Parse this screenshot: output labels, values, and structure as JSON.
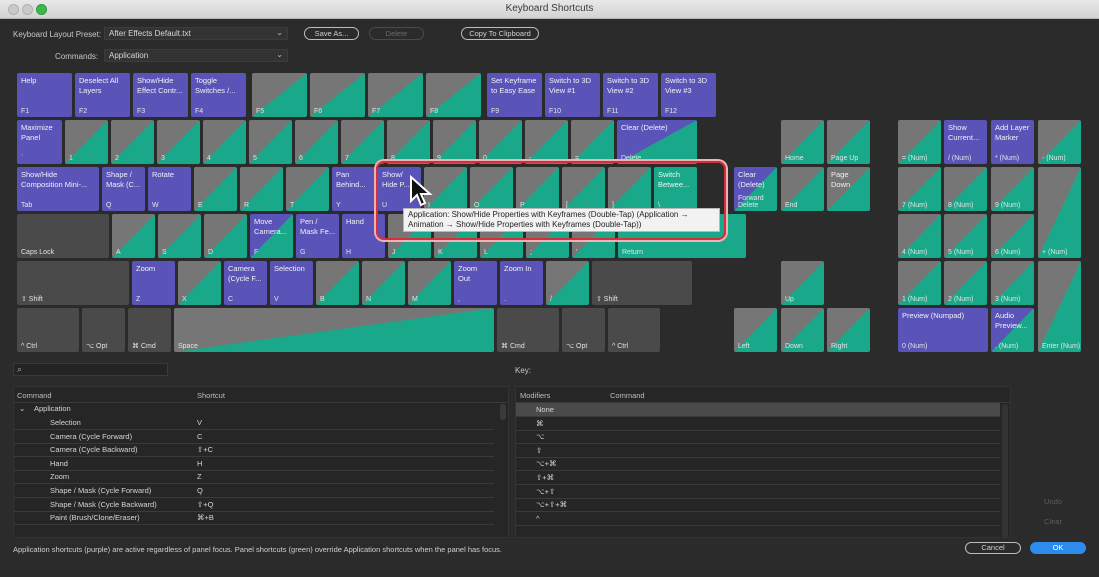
{
  "window": {
    "title": "Keyboard Shortcuts"
  },
  "preset": {
    "label": "Keyboard Layout Preset:",
    "value": "After Effects Default.txt",
    "save_as": "Save As...",
    "delete": "Delete",
    "copy": "Copy To Clipboard"
  },
  "commands": {
    "label": "Commands:",
    "value": "Application"
  },
  "colors": {
    "application": "#5a54b8",
    "panel": "#19a98a",
    "unassigned": "#4a4a4a",
    "primary_button": "#2d8ceb",
    "highlight_outline": "#d1313a"
  },
  "keyboard": {
    "rows": [
      [
        {
          "top": "Help",
          "bot": "F1",
          "t": "app"
        },
        {
          "top": "Deselect All\nLayers",
          "bot": "F2",
          "t": "app"
        },
        {
          "top": "Show/Hide\nEffect Contr...",
          "bot": "F3",
          "t": "app"
        },
        {
          "top": "Toggle\nSwitches /...",
          "bot": "F4",
          "t": "app"
        },
        {
          "top": "",
          "bot": "F5",
          "t": "split"
        },
        {
          "top": "",
          "bot": "F6",
          "t": "split"
        },
        {
          "top": "",
          "bot": "F7",
          "t": "split"
        },
        {
          "top": "",
          "bot": "F8",
          "t": "split"
        },
        {
          "top": "Set Keyframe\nto Easy Ease",
          "bot": "F9",
          "t": "app"
        },
        {
          "top": "Switch to 3D\nView #1",
          "bot": "F10",
          "t": "app"
        },
        {
          "top": "Switch to 3D\nView #2",
          "bot": "F11",
          "t": "app"
        },
        {
          "top": "Switch to 3D\nView #3",
          "bot": "F12",
          "t": "app"
        }
      ],
      [
        {
          "top": "Maximize\nPanel",
          "bot": "`",
          "t": "app"
        },
        {
          "top": "",
          "bot": "1",
          "t": "split"
        },
        {
          "top": "",
          "bot": "2",
          "t": "split"
        },
        {
          "top": "",
          "bot": "3",
          "t": "split"
        },
        {
          "top": "",
          "bot": "4",
          "t": "split"
        },
        {
          "top": "",
          "bot": "5",
          "t": "split"
        },
        {
          "top": "",
          "bot": "6",
          "t": "split"
        },
        {
          "top": "",
          "bot": "7",
          "t": "split"
        },
        {
          "top": "",
          "bot": "8",
          "t": "split"
        },
        {
          "top": "",
          "bot": "9",
          "t": "split"
        },
        {
          "top": "",
          "bot": "0",
          "t": "split"
        },
        {
          "top": "",
          "bot": "-",
          "t": "split"
        },
        {
          "top": "",
          "bot": "=",
          "t": "split"
        },
        {
          "top": "Clear (Delete)",
          "bot": "Delete",
          "t": "splitapp"
        }
      ],
      [
        {
          "top": "Show/Hide\nComposition Mini-...",
          "bot": "Tab",
          "t": "app"
        },
        {
          "top": "Shape /\nMask (C...",
          "bot": "Q",
          "t": "app"
        },
        {
          "top": "Rotate",
          "bot": "W",
          "t": "app"
        },
        {
          "top": "",
          "bot": "E",
          "t": "split"
        },
        {
          "top": "",
          "bot": "R",
          "t": "split"
        },
        {
          "top": "",
          "bot": "T",
          "t": "split"
        },
        {
          "top": "Pan\nBehind...",
          "bot": "Y",
          "t": "app"
        },
        {
          "top": "Show/\nHide P...",
          "bot": "U",
          "t": "app"
        },
        {
          "top": "",
          "bot": "I",
          "t": "split"
        },
        {
          "top": "",
          "bot": "O",
          "t": "split"
        },
        {
          "top": "",
          "bot": "P",
          "t": "split"
        },
        {
          "top": "",
          "bot": "[",
          "t": "split"
        },
        {
          "top": "",
          "bot": "]",
          "t": "split"
        },
        {
          "top": "Switch\nBetwee...",
          "bot": "\\",
          "t": "pnl"
        }
      ],
      [
        {
          "top": "",
          "bot": "Caps Lock",
          "t": "key"
        },
        {
          "top": "",
          "bot": "A",
          "t": "split"
        },
        {
          "top": "",
          "bot": "S",
          "t": "split"
        },
        {
          "top": "",
          "bot": "D",
          "t": "split"
        },
        {
          "top": "Move\nCamera...",
          "bot": "F",
          "t": "splitapp"
        },
        {
          "top": "Pen /\nMask Fe...",
          "bot": "G",
          "t": "app"
        },
        {
          "top": "Hand",
          "bot": "H",
          "t": "app"
        },
        {
          "top": "",
          "bot": "J",
          "t": "split"
        },
        {
          "top": "",
          "bot": "K",
          "t": "split"
        },
        {
          "top": "",
          "bot": "L",
          "t": "split"
        },
        {
          "top": "",
          "bot": ";",
          "t": "split"
        },
        {
          "top": "",
          "bot": "'",
          "t": "split"
        },
        {
          "top": "",
          "bot": "Return",
          "t": "pnl"
        }
      ],
      [
        {
          "top": "",
          "bot": "⇧ Shift",
          "t": "key"
        },
        {
          "top": "Zoom",
          "bot": "Z",
          "t": "app"
        },
        {
          "top": "",
          "bot": "X",
          "t": "split"
        },
        {
          "top": "Camera\n(Cycle F...",
          "bot": "C",
          "t": "app"
        },
        {
          "top": "Selection",
          "bot": "V",
          "t": "app"
        },
        {
          "top": "",
          "bot": "B",
          "t": "split"
        },
        {
          "top": "",
          "bot": "N",
          "t": "split"
        },
        {
          "top": "",
          "bot": "M",
          "t": "split"
        },
        {
          "top": "Zoom\nOut",
          "bot": ",",
          "t": "app"
        },
        {
          "top": "Zoom In",
          "bot": ".",
          "t": "app"
        },
        {
          "top": "",
          "bot": "/",
          "t": "split"
        },
        {
          "top": "",
          "bot": "⇧ Shift",
          "t": "key"
        }
      ],
      [
        {
          "top": "",
          "bot": "^ Ctrl",
          "t": "key"
        },
        {
          "top": "",
          "bot": "⌥ Opt",
          "t": "key"
        },
        {
          "top": "",
          "bot": "⌘ Cmd",
          "t": "key"
        },
        {
          "top": "",
          "bot": "Space",
          "t": "split"
        },
        {
          "top": "",
          "bot": "⌘ Cmd",
          "t": "key"
        },
        {
          "top": "",
          "bot": "⌥ Opt",
          "t": "key"
        },
        {
          "top": "",
          "bot": "^ Ctrl",
          "t": "key"
        }
      ]
    ],
    "nav": [
      {
        "top": "",
        "bot": "Home",
        "t": "split"
      },
      {
        "top": "",
        "bot": "Page Up",
        "t": "split"
      },
      {
        "top": "Clear\n(Delete)",
        "bot": "Forward\nDelete",
        "t": "splitapp"
      },
      {
        "top": "",
        "bot": "End",
        "t": "split"
      },
      {
        "top": "Page\nDown",
        "bot": "",
        "t": "split"
      },
      {
        "top": "",
        "bot": "Up",
        "t": "split"
      },
      {
        "top": "",
        "bot": "Left",
        "t": "split"
      },
      {
        "top": "",
        "bot": "Down",
        "t": "split"
      },
      {
        "top": "",
        "bot": "Right",
        "t": "split"
      }
    ],
    "numpad": [
      {
        "top": "",
        "bot": "= (Num)",
        "t": "split"
      },
      {
        "top": "Show\nCurrent...",
        "bot": "/ (Num)",
        "t": "app"
      },
      {
        "top": "Add Layer\nMarker",
        "bot": "* (Num)",
        "t": "app"
      },
      {
        "top": "",
        "bot": "- (Num)",
        "t": "split"
      },
      {
        "top": "",
        "bot": "7 (Num)",
        "t": "split"
      },
      {
        "top": "",
        "bot": "8 (Num)",
        "t": "split"
      },
      {
        "top": "",
        "bot": "9 (Num)",
        "t": "split"
      },
      {
        "top": "",
        "bot": "+ (Num)",
        "t": "split"
      },
      {
        "top": "",
        "bot": "4 (Num)",
        "t": "split"
      },
      {
        "top": "",
        "bot": "5 (Num)",
        "t": "split"
      },
      {
        "top": "",
        "bot": "6 (Num)",
        "t": "split"
      },
      {
        "top": "",
        "bot": "1 (Num)",
        "t": "split"
      },
      {
        "top": "",
        "bot": "2 (Num)",
        "t": "split"
      },
      {
        "top": "",
        "bot": "3 (Num)",
        "t": "split"
      },
      {
        "top": "",
        "bot": "Enter\n(Num)",
        "t": "split"
      },
      {
        "top": "Preview (Numpad)",
        "bot": "0 (Num)",
        "t": "app"
      },
      {
        "top": "Audio\nPreview...",
        "bot": ". (Num)",
        "t": "splitapp"
      }
    ]
  },
  "tooltip": {
    "text": "Application: Show/Hide Properties with Keyframes (Double-Tap) (Application → Animation → Show/Hide Properties with Keyframes (Double-Tap))"
  },
  "search": {
    "placeholder": ""
  },
  "key_label": "Key:",
  "table": {
    "headers": {
      "command": "Command",
      "shortcut": "Shortcut"
    },
    "group": "Application",
    "rows": [
      {
        "command": "Selection",
        "shortcut": "V"
      },
      {
        "command": "Camera (Cycle Forward)",
        "shortcut": "C"
      },
      {
        "command": "Camera (Cycle Backward)",
        "shortcut": "⇧+C"
      },
      {
        "command": "Hand",
        "shortcut": "H"
      },
      {
        "command": "Zoom",
        "shortcut": "Z"
      },
      {
        "command": "Shape / Mask (Cycle Forward)",
        "shortcut": "Q"
      },
      {
        "command": "Shape / Mask (Cycle Backward)",
        "shortcut": "⇧+Q"
      },
      {
        "command": "Paint (Brush/Clone/Eraser)",
        "shortcut": "⌘+B"
      }
    ]
  },
  "key_table": {
    "headers": {
      "modifiers": "Modifiers",
      "command": "Command"
    },
    "rows": [
      {
        "mod": "None"
      },
      {
        "mod": "⌘"
      },
      {
        "mod": "⌥"
      },
      {
        "mod": "⇧"
      },
      {
        "mod": "⌥+⌘"
      },
      {
        "mod": "⇧+⌘"
      },
      {
        "mod": "⌥+⇧"
      },
      {
        "mod": "⌥+⇧+⌘"
      },
      {
        "mod": "^"
      }
    ]
  },
  "buttons": {
    "undo": "Undo",
    "clear": "Clear",
    "cancel": "Cancel",
    "ok": "OK"
  },
  "footer": "Application shortcuts (purple) are active regardless of panel focus. Panel shortcuts (green) override Application shortcuts when the panel has focus."
}
